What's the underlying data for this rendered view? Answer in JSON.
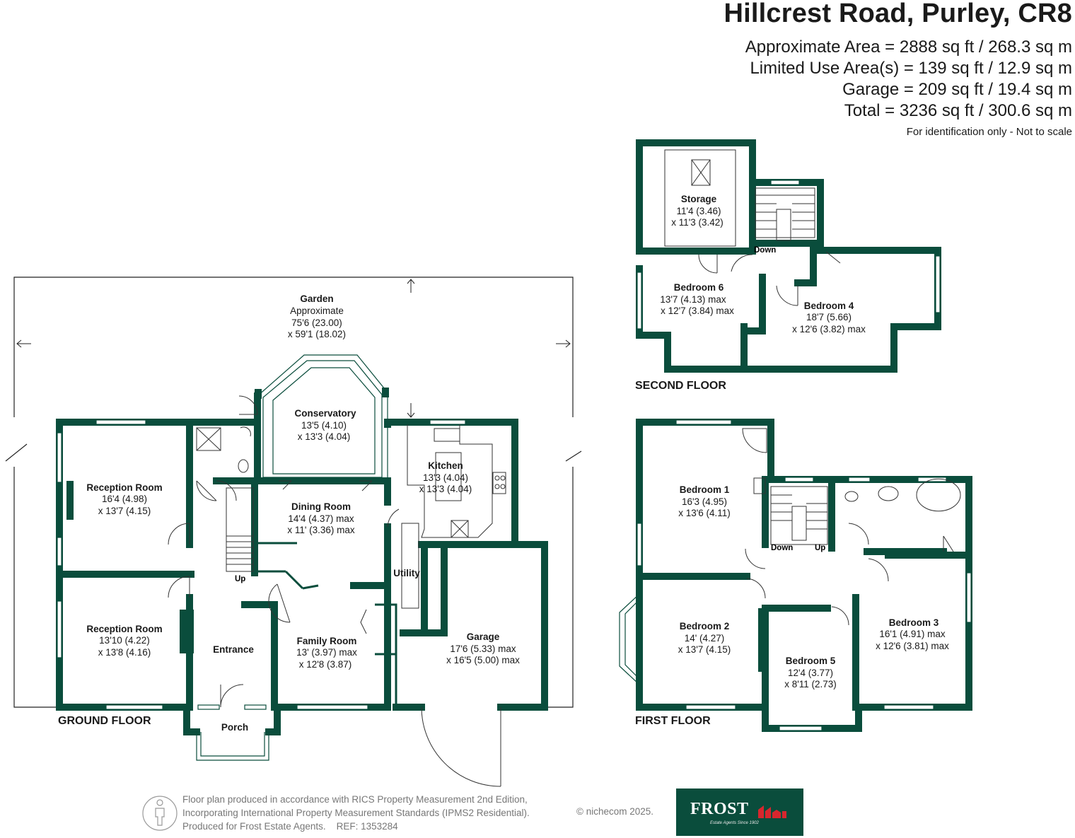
{
  "header": {
    "title": "Hillcrest Road, Purley, CR8",
    "area_lines": [
      "Approximate Area = 2888 sq ft / 268.3 sq m",
      "Limited Use Area(s) = 139 sq ft / 12.9 sq m",
      "Garage = 209 sq ft / 19.4 sq m",
      "Total = 3236 sq ft / 300.6 sq m"
    ],
    "disclaimer": "For identification only - Not to scale"
  },
  "colors": {
    "wall": "#0a4d3c",
    "text": "#1a1a1a",
    "footer_text": "#777777",
    "brand": "#0a4d3c",
    "brand_accent": "#d8262e"
  },
  "floors": {
    "ground": "GROUND FLOOR",
    "first": "FIRST FLOOR",
    "second": "SECOND FLOOR"
  },
  "rooms": {
    "garden": {
      "name": "Garden",
      "lines": [
        "Approximate",
        "75'6 (23.00)",
        "x 59'1 (18.02)"
      ]
    },
    "conservatory": {
      "name": "Conservatory",
      "lines": [
        "13'5 (4.10)",
        "x 13'3 (4.04)"
      ]
    },
    "reception1": {
      "name": "Reception Room",
      "lines": [
        "16'4 (4.98)",
        "x 13'7 (4.15)"
      ]
    },
    "reception2": {
      "name": "Reception Room",
      "lines": [
        "13'10 (4.22)",
        "x 13'8 (4.16)"
      ]
    },
    "dining": {
      "name": "Dining Room",
      "lines": [
        "14'4 (4.37) max",
        "x 11' (3.36) max"
      ]
    },
    "kitchen": {
      "name": "Kitchen",
      "lines": [
        "13'3 (4.04)",
        "x 13'3 (4.04)"
      ]
    },
    "utility": {
      "name": "Utility",
      "lines": []
    },
    "entrance": {
      "name": "Entrance",
      "lines": []
    },
    "family": {
      "name": "Family Room",
      "lines": [
        "13' (3.97) max",
        "x 12'8 (3.87)"
      ]
    },
    "garage": {
      "name": "Garage",
      "lines": [
        "17'6 (5.33) max",
        "x 16'5 (5.00) max"
      ]
    },
    "porch": {
      "name": "Porch",
      "lines": []
    },
    "storage": {
      "name": "Storage",
      "lines": [
        "11'4 (3.46)",
        "x 11'3 (3.42)"
      ]
    },
    "bedroom6": {
      "name": "Bedroom 6",
      "lines": [
        "13'7 (4.13) max",
        "x 12'7 (3.84)  max"
      ]
    },
    "bedroom4": {
      "name": "Bedroom 4",
      "lines": [
        "18'7 (5.66)",
        "x 12'6 (3.82) max"
      ]
    },
    "bedroom1": {
      "name": "Bedroom 1",
      "lines": [
        "16'3 (4.95)",
        "x 13'6 (4.11)"
      ]
    },
    "bedroom2": {
      "name": "Bedroom 2",
      "lines": [
        "14' (4.27)",
        "x 13'7 (4.15)"
      ]
    },
    "bedroom5": {
      "name": "Bedroom 5",
      "lines": [
        "12'4 (3.77)",
        "x 8'11 (2.73)"
      ]
    },
    "bedroom3": {
      "name": "Bedroom 3",
      "lines": [
        "16'1 (4.91) max",
        "x 12'6 (3.81) max"
      ]
    }
  },
  "stairs": {
    "ground_up": "Up",
    "second_down": "Down",
    "first_down": "Down",
    "first_up": "Up"
  },
  "footer": {
    "lines": [
      "Floor plan produced in accordance with RICS Property Measurement 2nd Edition,",
      "Incorporating International Property Measurement Standards (IPMS2 Residential).",
      "Produced for Frost Estate Agents.    REF: 1353284"
    ],
    "copyright": "© nichecom 2025."
  },
  "logo": {
    "name": "FROST",
    "tagline": "Estate Agents Since 1902"
  }
}
